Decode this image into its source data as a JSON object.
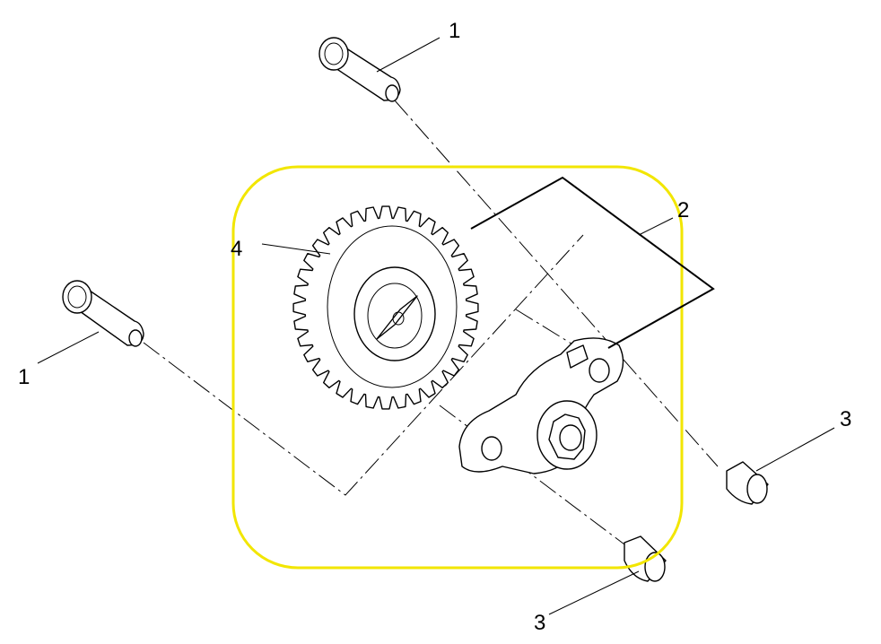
{
  "diagram": {
    "highlight_color": "#f2e600",
    "callouts": [
      {
        "id": "pin-top",
        "label": "1"
      },
      {
        "id": "pin-left",
        "label": "1"
      },
      {
        "id": "oil-pump-assembly",
        "label": "2"
      },
      {
        "id": "bushing-right",
        "label": "3"
      },
      {
        "id": "bushing-bottom",
        "label": "3"
      },
      {
        "id": "gear",
        "label": "4"
      }
    ]
  }
}
